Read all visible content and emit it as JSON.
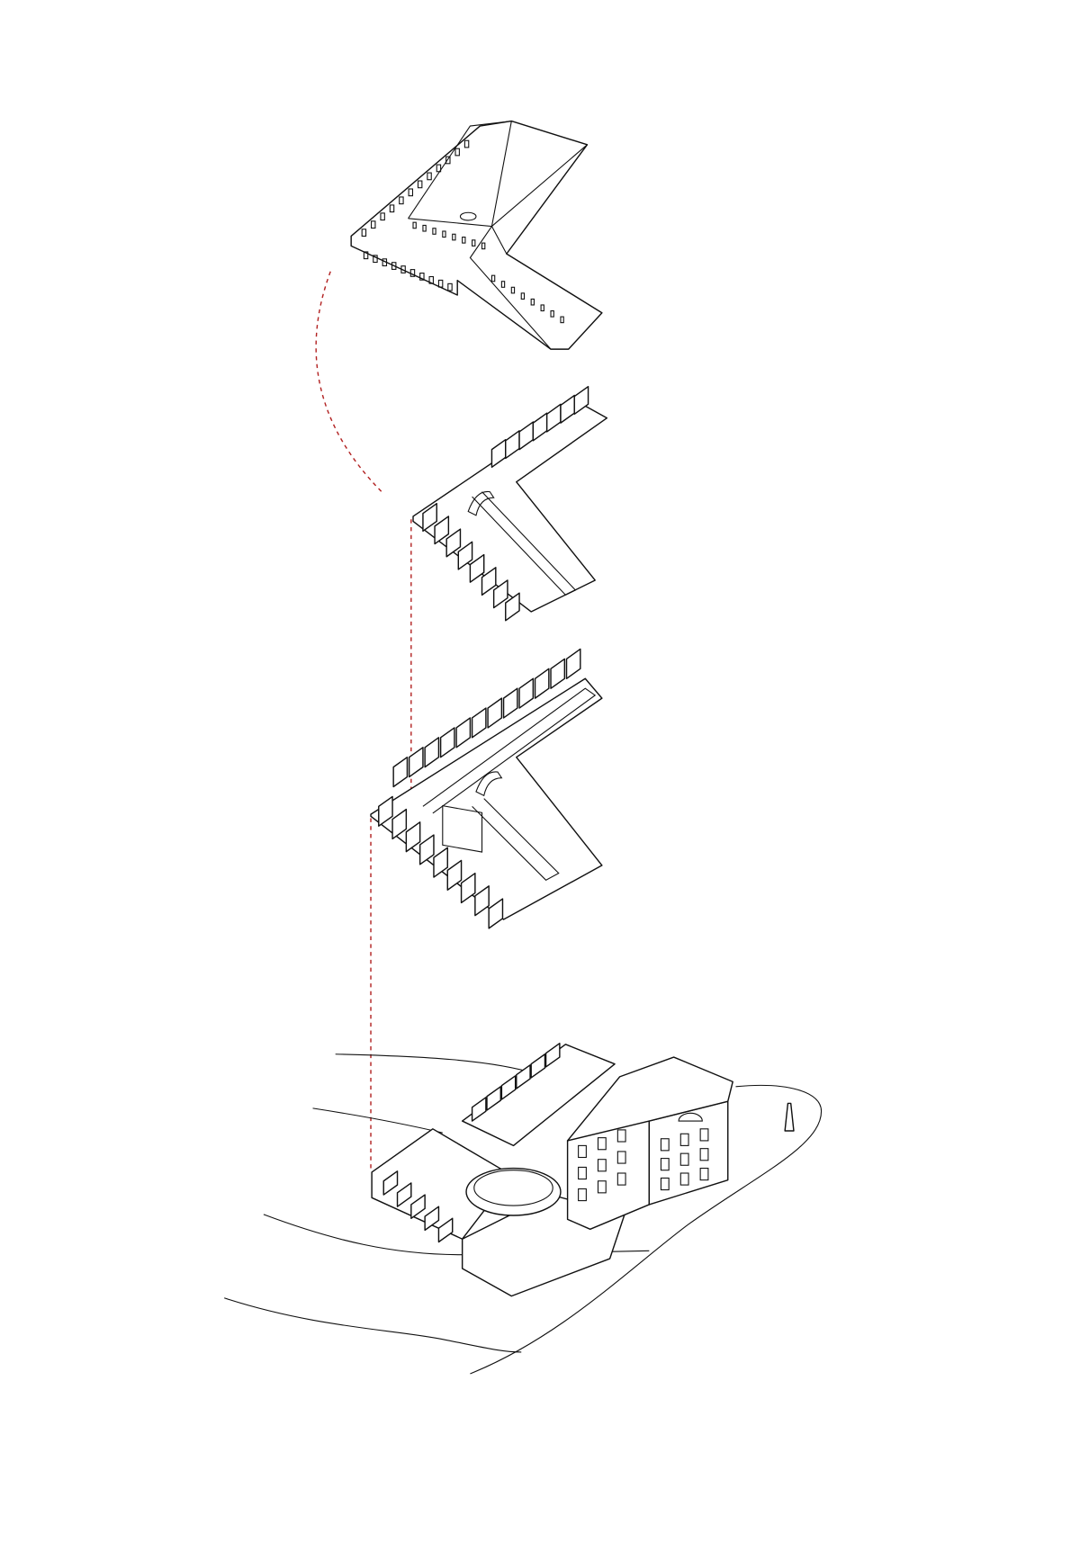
{
  "diagram": {
    "type": "exploded-axonometric",
    "layers": [
      "roof",
      "upper-floor",
      "first-floor",
      "ground-floor-with-site"
    ],
    "colors": {
      "line": "#111111",
      "guide": "#b22222",
      "background": "#ffffff"
    }
  }
}
